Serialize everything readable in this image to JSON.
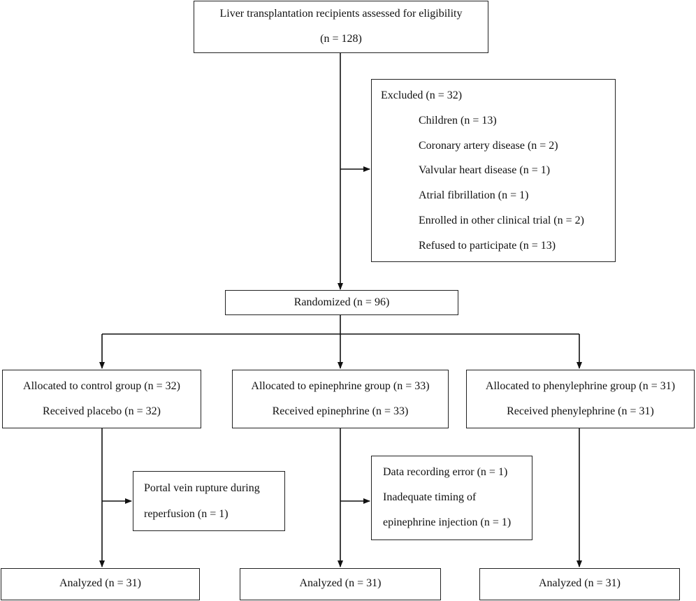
{
  "eligibility": {
    "title": "Liver transplantation recipients assessed for eligibility",
    "count": "(n = 128)"
  },
  "excluded": {
    "title": "Excluded (n = 32)",
    "items": [
      "Children (n = 13)",
      "Coronary artery disease (n = 2)",
      "Valvular heart disease (n = 1)",
      "Atrial fibrillation (n = 1)",
      "Enrolled in other clinical trial (n = 2)",
      "Refused to participate (n = 13)"
    ]
  },
  "randomized": {
    "label": "Randomized (n = 96)"
  },
  "groups": [
    {
      "allocated": "Allocated to control group (n = 32)",
      "received": "Received placebo (n = 32)",
      "analyzed": "Analyzed (n = 31)"
    },
    {
      "allocated": "Allocated to epinephrine group (n = 33)",
      "received": "Received epinephrine  (n = 33)",
      "analyzed": "Analyzed (n = 31)"
    },
    {
      "allocated": "Allocated to phenylephrine group (n = 31)",
      "received": "Received phenylephrine (n = 31)",
      "analyzed": "Analyzed (n = 31)"
    }
  ],
  "dropouts": {
    "control": [
      "Portal vein rupture during",
      "reperfusion (n = 1)"
    ],
    "epinephrine": [
      "Data recording error (n = 1)",
      "Inadequate timing of",
      "epinephrine injection (n = 1)"
    ]
  }
}
